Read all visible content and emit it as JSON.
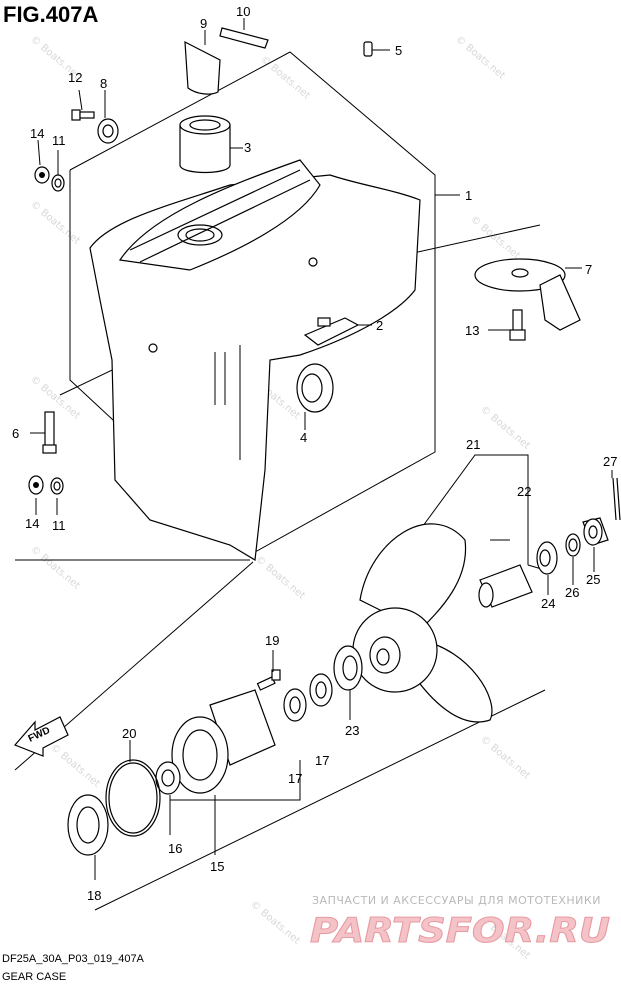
{
  "figure": {
    "title": "FIG.407A",
    "code": "DF25A_30A_P03_019_407A",
    "caption": "GEAR CASE",
    "fwd_label": "FWD"
  },
  "watermark": {
    "text": "© Boats.net",
    "brand_tagline": "ЗАПЧАСТИ И АКСЕССУАРЫ ДЛЯ МОТОТЕХНИКИ",
    "brand_name": "PARTSFOR.RU"
  },
  "callouts": {
    "c1": "1",
    "c2": "2",
    "c3": "3",
    "c4": "4",
    "c5": "5",
    "c6": "6",
    "c7": "7",
    "c8": "8",
    "c9": "9",
    "c10": "10",
    "c11a": "11",
    "c11b": "11",
    "c12": "12",
    "c13": "13",
    "c14a": "14",
    "c14b": "14",
    "c15": "15",
    "c16": "16",
    "c17a": "17",
    "c17b": "17",
    "c18": "18",
    "c19": "19",
    "c20": "20",
    "c21": "21",
    "c22": "22",
    "c23": "23",
    "c24": "24",
    "c25": "25",
    "c26": "26",
    "c27": "27"
  }
}
